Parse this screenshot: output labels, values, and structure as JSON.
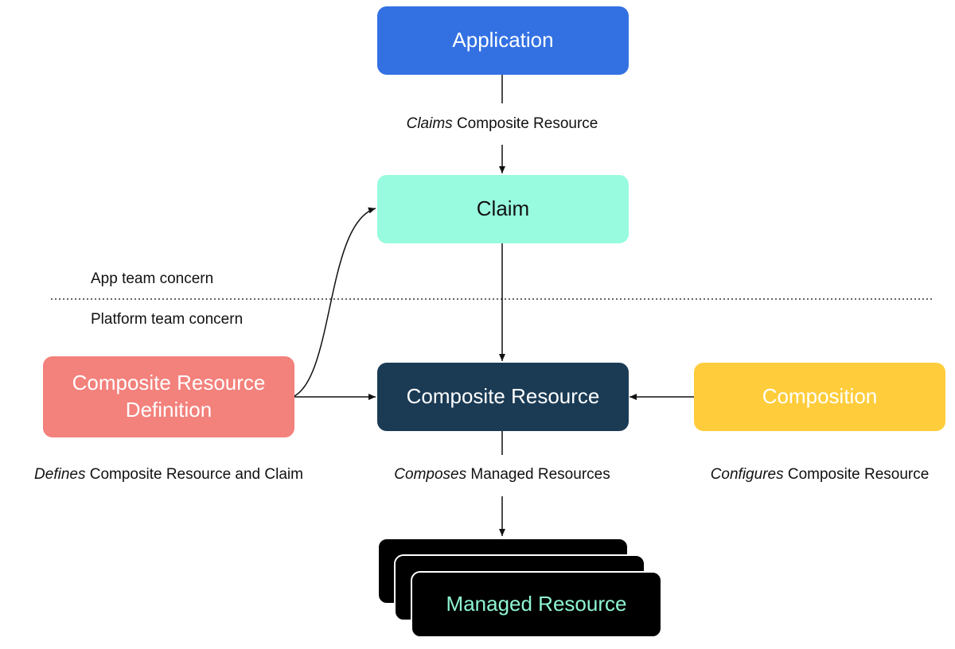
{
  "nodes": {
    "application": {
      "label": "Application",
      "color": "#3371e3",
      "text_color": "#ffffff"
    },
    "claim": {
      "label": "Claim",
      "color": "#98fbdf",
      "text_color": "#111111"
    },
    "composite_resource": {
      "label": "Composite Resource",
      "color": "#1b3b55",
      "text_color": "#ffffff"
    },
    "composite_resource_definition": {
      "line1": "Composite Resource",
      "line2": "Definition",
      "color": "#f3817c",
      "text_color": "#ffffff"
    },
    "composition": {
      "label": "Composition",
      "color": "#ffcd3c",
      "text_color": "#ffffff"
    },
    "managed_resource": {
      "label": "Managed Resource",
      "color": "#000000",
      "text_color": "#8ef5d3"
    }
  },
  "edges": {
    "application_to_claim": {
      "verb": "Claims",
      "rest": "Composite Resource"
    },
    "xrd": {
      "verb": "Defines",
      "rest": "Composite Resource and Claim"
    },
    "composite_to_managed": {
      "verb": "Composes",
      "rest": "Managed Resources"
    },
    "composition": {
      "verb": "Configures",
      "rest": "Composite Resource"
    }
  },
  "zones": {
    "app_team": "App team concern",
    "platform_team": "Platform team concern"
  }
}
